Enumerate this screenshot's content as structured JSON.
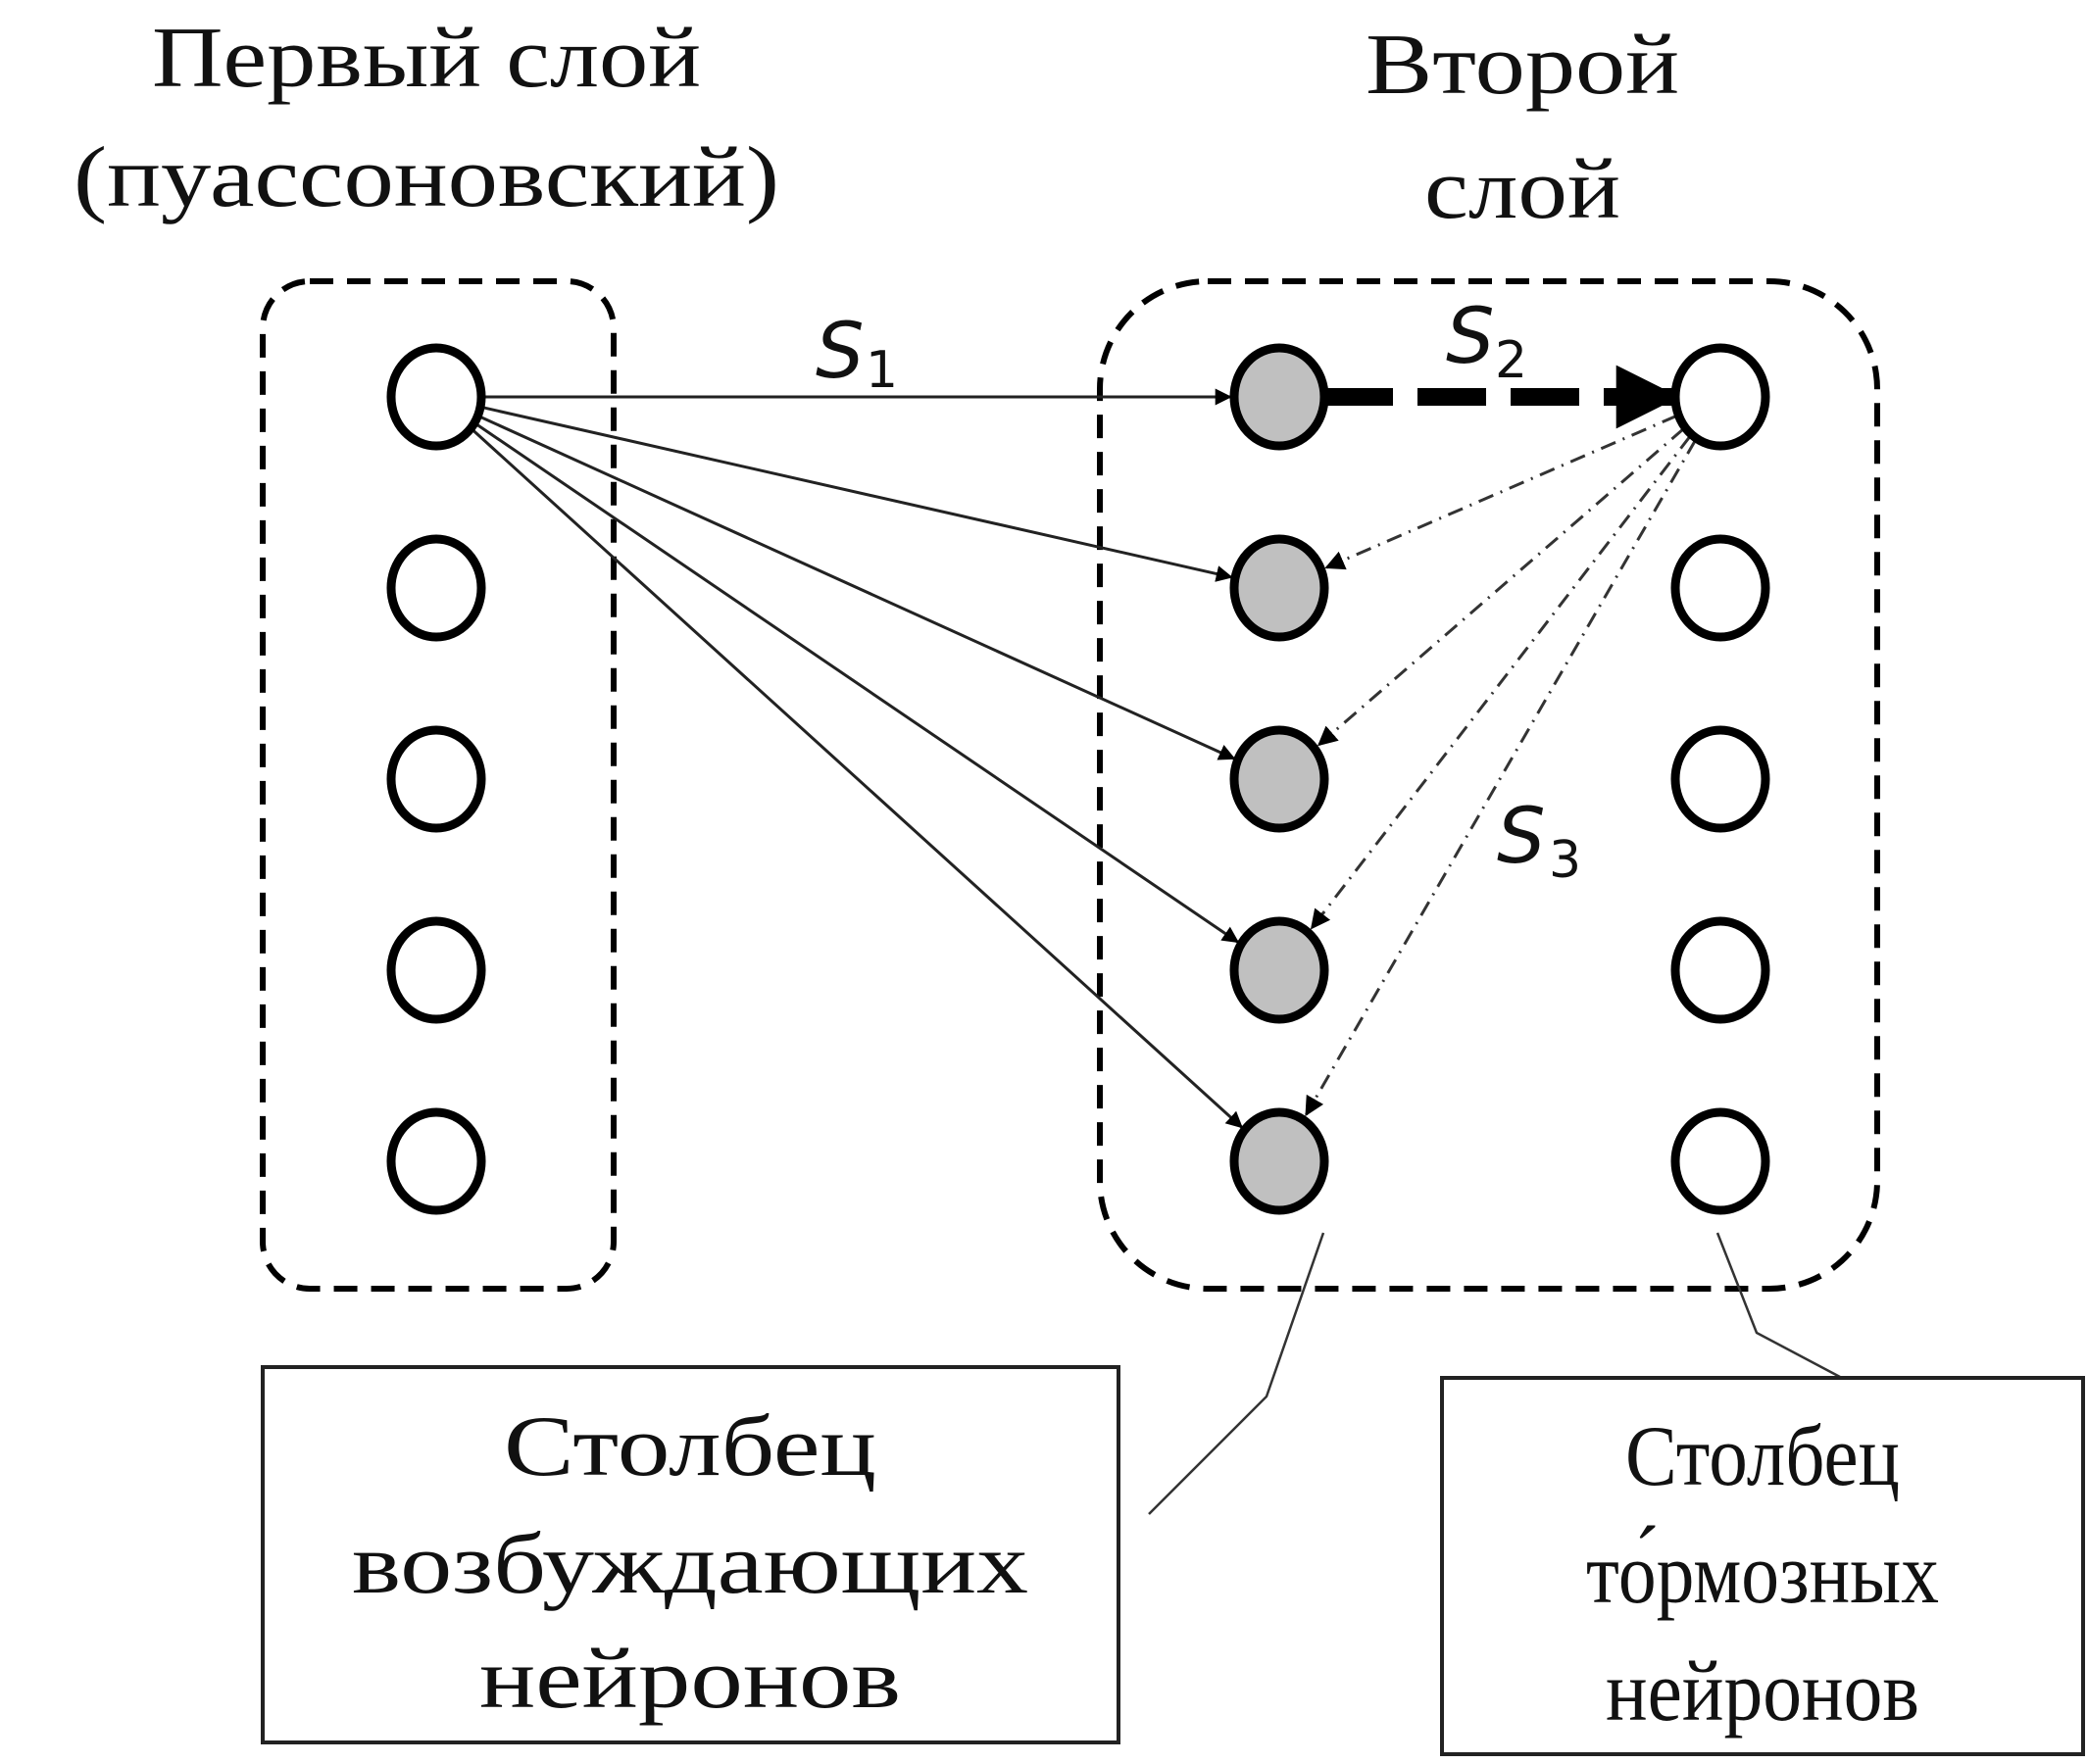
{
  "colors": {
    "excitatory_fill": "#c0c0c0",
    "inhibitory_fill": "#ffffff",
    "input_fill": "#ffffff",
    "stroke": "#000000"
  },
  "layers": {
    "first": {
      "title_line1": "Первый слой",
      "title_line2": "(пуассоновский)",
      "neuron_count": 5
    },
    "second": {
      "title_line1": "Второй",
      "title_line2": "слой",
      "excitatory_count": 5,
      "inhibitory_count": 5
    }
  },
  "synapses": {
    "s1": {
      "symbol": "S",
      "subscript": "1",
      "from": "first.0",
      "to": [
        "excitatory.0",
        "excitatory.1",
        "excitatory.2",
        "excitatory.3",
        "excitatory.4"
      ],
      "style": "solid"
    },
    "s2": {
      "symbol": "S",
      "subscript": "2",
      "from": "excitatory.0",
      "to": [
        "inhibitory.0"
      ],
      "style": "bold-dashed"
    },
    "s3": {
      "symbol": "S",
      "subscript": "3",
      "from": "inhibitory.0",
      "to": [
        "excitatory.1",
        "excitatory.2",
        "excitatory.3",
        "excitatory.4"
      ],
      "style": "dash-dot"
    }
  },
  "labels": {
    "excitatory": {
      "line1": "Столбец",
      "line2": "возбуждающих",
      "line3": "нейронов"
    },
    "inhibitory": {
      "line1": "Столбец",
      "line2": "то́рмозных",
      "line3": "нейронов"
    }
  }
}
